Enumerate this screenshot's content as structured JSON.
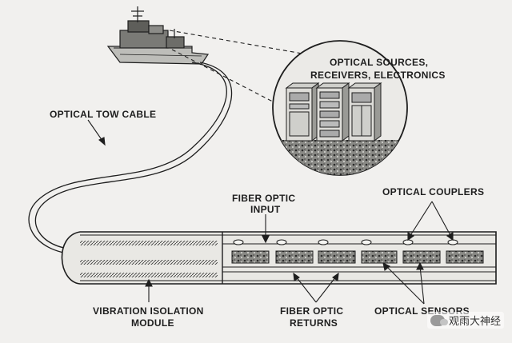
{
  "labels": {
    "optical_sources_line1": "OPTICAL SOURCES,",
    "optical_sources_line2": "RECEIVERS, ELECTRONICS",
    "optical_tow_cable": "OPTICAL TOW CABLE",
    "fiber_optic_input_line1": "FIBER OPTIC",
    "fiber_optic_input_line2": "INPUT",
    "optical_couplers": "OPTICAL COUPLERS",
    "vibration_isolation_line1": "VIBRATION ISOLATION",
    "vibration_isolation_line2": "MODULE",
    "fiber_optic_returns_line1": "FIBER OPTIC",
    "fiber_optic_returns_line2": "RETURNS",
    "optical_sensors": "OPTICAL SENSORS"
  },
  "watermark": {
    "text": "观雨大神经",
    "icon": "chat-bubbles-icon"
  },
  "colors": {
    "ink": "#1e1e1e",
    "paper": "#f1f0ee"
  }
}
